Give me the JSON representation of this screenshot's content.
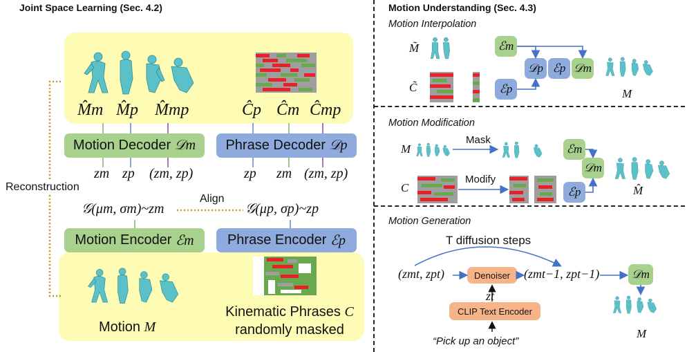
{
  "left": {
    "title": "Joint Space Learning (Sec. 4.2)",
    "outputs": {
      "m_hat_m": "M̂m",
      "m_hat_p": "M̂p",
      "m_hat_mp": "M̂mp",
      "c_hat_p": "Ĉp",
      "c_hat_m": "Ĉm",
      "c_hat_mp": "Ĉmp"
    },
    "motion_decoder": "Motion Decoder",
    "motion_decoder_sym": "𝒟m",
    "phrase_decoder": "Phrase Decoder",
    "phrase_decoder_sym": "𝒟p",
    "latents_left": [
      "zm",
      "zp",
      "(zm, zp)"
    ],
    "latents_right": [
      "zp",
      "zm",
      "(zm, zp)"
    ],
    "reconstruction": "Reconstruction",
    "align": "Align",
    "gauss_m": "𝒢(μm, σm)~zm",
    "gauss_p": "𝒢(μp, σp)~zp",
    "motion_encoder": "Motion Encoder",
    "motion_encoder_sym": "ℰm",
    "phrase_encoder": "Phrase Encoder",
    "phrase_encoder_sym": "ℰp",
    "motion_label": "Motion",
    "motion_sym": "M",
    "kinematic_line1": "Kinematic Phrases",
    "kinematic_sym": "C",
    "kinematic_line2": "randomly masked"
  },
  "right": {
    "title": "Motion Understanding (Sec. 4.3)",
    "interp": {
      "subtitle": "Motion Interpolation",
      "m_tilde": "M̃",
      "c_tilde": "C̃",
      "em": "ℰm",
      "ep": "ℰp",
      "dp": "𝒟p",
      "ep2": "ℰp",
      "dm": "𝒟m",
      "out": "M"
    },
    "modif": {
      "subtitle": "Motion Modification",
      "m": "M",
      "c": "C",
      "mask": "Mask",
      "modify": "Modify",
      "em": "ℰm",
      "ep": "ℰp",
      "dm": "𝒟m",
      "out": "M̂"
    },
    "gen": {
      "subtitle": "Motion Generation",
      "diffusion": "T diffusion steps",
      "input": "(zmt, zpt)",
      "denoiser": "Denoiser",
      "output": "(zmt−1, zpt−1)",
      "zt": "zt",
      "clip": "CLIP Text Encoder",
      "prompt": "“Pick up an object”",
      "dm": "𝒟m",
      "out": "M"
    }
  },
  "colors": {
    "yellow_panel": "#fdfbb4",
    "green_box": "#a9d18e",
    "blue_box": "#8faadc",
    "orange_box": "#f8b489",
    "figure": "#5bc0c8",
    "grid_red": "#e8202a",
    "grid_green": "#6aa84f",
    "grid_gray": "#9e9e9e"
  }
}
